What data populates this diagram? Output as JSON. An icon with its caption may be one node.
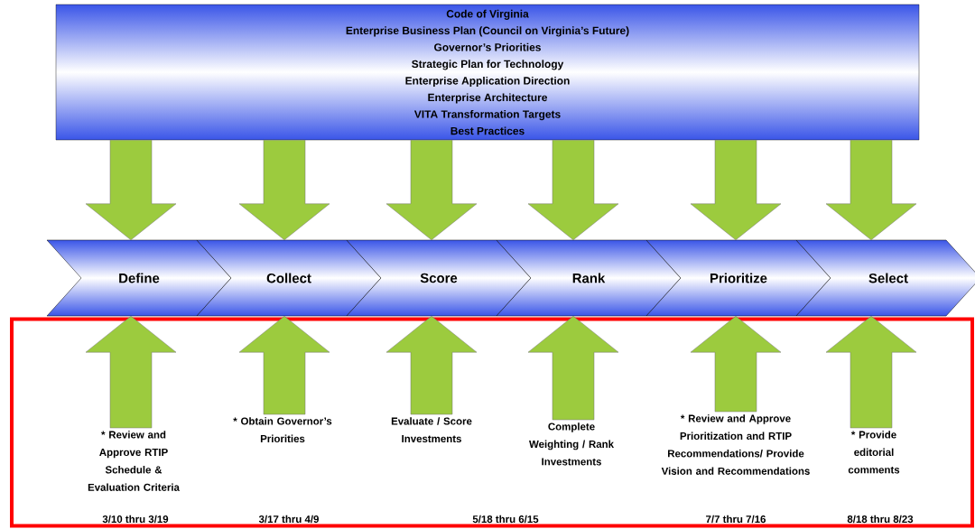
{
  "diagram": {
    "nodes": [
      {
        "text": [
          "Code of Virginia",
          "Enterprise Business Plan (Council on Virginia’s Future)",
          "Governor’s Priorities",
          "Strategic Plan for Technology",
          "Enterprise Application Direction",
          "Enterprise Architecture",
          "VITA Transformation Targets",
          "Best Practices"
        ]
      },
      {
        "text": [
          "Define"
        ]
      },
      {
        "text": [
          "Collect"
        ]
      },
      {
        "text": [
          "Score"
        ]
      },
      {
        "text": [
          "Rank"
        ]
      },
      {
        "text": [
          "Prioritize"
        ]
      },
      {
        "text": [
          "Select"
        ]
      },
      {
        "text": [],
        "shape": "box"
      },
      {
        "text": [
          "* Review and Approve RTIP Schedule & Evaluation Criteria"
        ],
        "in": 7
      },
      {
        "text": [
          "* Obtain Governor’s Priorities"
        ],
        "in": 7
      },
      {
        "text": [
          "Evaluate / Score Investments"
        ],
        "in": 7
      },
      {
        "text": [
          "Complete Weighting / Rank Investments"
        ],
        "in": 7
      },
      {
        "text": [
          "* Review and Approve Prioritization and RTIP Recommendations/ Provide Vision and Recommendations"
        ],
        "in": 7
      },
      {
        "text": [
          "* Provide editorial comments"
        ],
        "in": 7
      }
    ],
    "edges": [
      {
        "from": 0,
        "to": 1,
        "arrow": "to"
      },
      {
        "from": 0,
        "to": 2,
        "arrow": "to"
      },
      {
        "from": 0,
        "to": 3,
        "arrow": "to"
      },
      {
        "from": 0,
        "to": 4,
        "arrow": "to"
      },
      {
        "from": 0,
        "to": 5,
        "arrow": "to"
      },
      {
        "from": 0,
        "to": 6,
        "arrow": "to"
      },
      {
        "from": 8,
        "to": 1,
        "arrow": "to"
      },
      {
        "from": 9,
        "to": 2,
        "arrow": "to"
      },
      {
        "from": 10,
        "to": 3,
        "arrow": "to"
      },
      {
        "from": 11,
        "to": 4,
        "arrow": "to"
      },
      {
        "from": 12,
        "to": 5,
        "arrow": "to"
      },
      {
        "from": 13,
        "to": 6,
        "arrow": "to"
      }
    ],
    "labels": [
      "3/10 thru 3/19",
      "3/17 thru 4/9",
      "5/18 thru 6/15",
      "7/7 thru 7/16",
      "8/18 thru 8/23"
    ]
  }
}
